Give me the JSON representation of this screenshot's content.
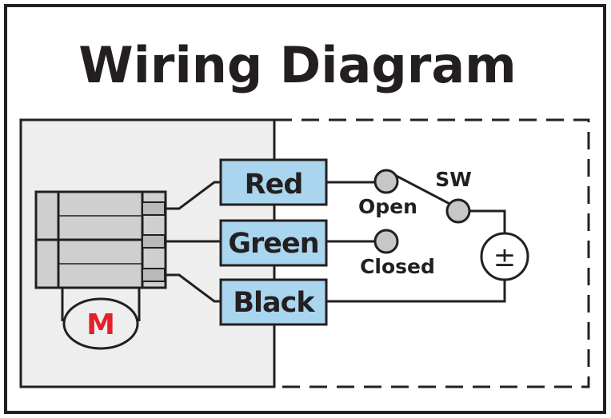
{
  "title": "Wiring Diagram",
  "wires": [
    {
      "label": "Red",
      "color": "#a9d6ee"
    },
    {
      "label": "Green",
      "color": "#a9d6ee"
    },
    {
      "label": "Black",
      "color": "#a9d6ee"
    }
  ],
  "switch": {
    "label": "SW",
    "open_label": "Open",
    "closed_label": "Closed"
  },
  "motor": {
    "label": "M",
    "color": "#e4202a"
  },
  "power": {
    "symbol": "±"
  },
  "colors": {
    "line": "#231f20",
    "panel": "#eeeeee",
    "actuator_body": "#cfcfcf",
    "terminal": "#b9b9b9"
  }
}
